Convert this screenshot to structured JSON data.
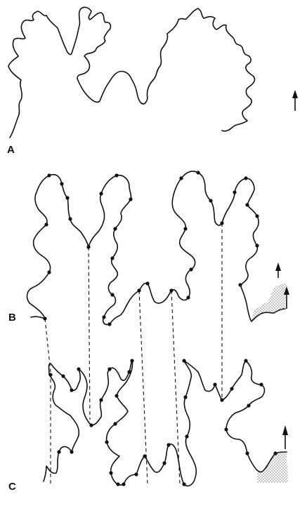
{
  "panels": [
    {
      "id": "A",
      "label": "A"
    },
    {
      "id": "B",
      "label": "B"
    },
    {
      "id": "C",
      "label": "C"
    }
  ]
}
